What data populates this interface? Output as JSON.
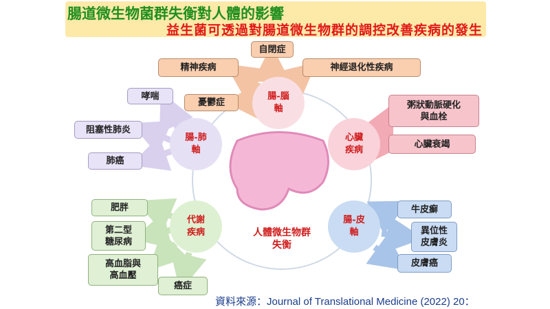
{
  "title": "腸道微生物菌群失衡對人體的影響",
  "subtitle": "益生菌可透過對腸道微生物群的調控改善疾病的發生",
  "center": {
    "line1": "人體微生物群",
    "line2": "失衡"
  },
  "axes": {
    "brain": {
      "line1": "腸-腦",
      "line2": "軸",
      "items": [
        "自閉症",
        "精神疾病",
        "神經退化性疾病",
        "憂鬱症"
      ]
    },
    "lung": {
      "line1": "腸-肺",
      "line2": "軸",
      "items": [
        "哮喘",
        "阻塞性肺炎",
        "肺癌"
      ]
    },
    "heart": {
      "line1": "心臟",
      "line2": "疾病",
      "items": [
        "粥狀動脈硬化",
        "與血栓",
        "心臟衰竭"
      ]
    },
    "metabolic": {
      "line1": "代謝",
      "line2": "疾病",
      "items": [
        "肥胖",
        "第二型",
        "糖尿病",
        "高血脂與",
        "高血壓",
        "癌症"
      ]
    },
    "skin": {
      "line1": "腸-皮",
      "line2": "軸",
      "items": [
        "牛皮癬",
        "異位性",
        "皮膚炎",
        "皮膚癌"
      ]
    }
  },
  "source": "資料來源：Journal of Translational Medicine (2022) 20："
}
